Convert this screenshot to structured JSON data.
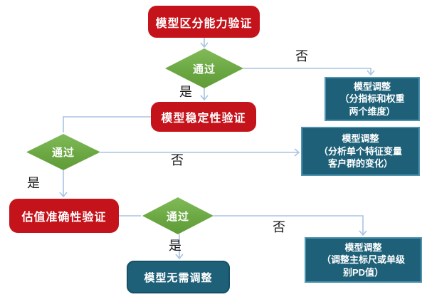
{
  "nodes": {
    "step1": {
      "label": "模型区分能力验证"
    },
    "decision1": {
      "label": "通过"
    },
    "adjust1": {
      "lines": [
        "模型调整",
        "（分指标和权重",
        "两个维度）"
      ]
    },
    "step2": {
      "label": "模型稳定性验证"
    },
    "decision2": {
      "label": "通过"
    },
    "adjust2": {
      "lines": [
        "模型调整",
        "（分析单个特征变量",
        "客户群的变化）"
      ]
    },
    "step3": {
      "label": "估值准确性验证"
    },
    "decision3": {
      "label": "通过"
    },
    "adjust3": {
      "lines": [
        "模型调整",
        "（调整主标尺或单级",
        "别PD值）"
      ]
    },
    "end": {
      "label": "模型无需调整"
    }
  },
  "edge_labels": {
    "no1": "否",
    "yes1": "是",
    "no2": "否",
    "yes2": "是",
    "no3": "否",
    "yes3": "是"
  },
  "colors": {
    "process_fill": "#C4131B",
    "decision_fill": "#6BA843",
    "adjust_fill": "#1D6078",
    "adjust_border": "#4E94B0",
    "connector": "#A9C4E4",
    "node_text": "#FFFFFF",
    "label_text": "#1A1A1A"
  }
}
